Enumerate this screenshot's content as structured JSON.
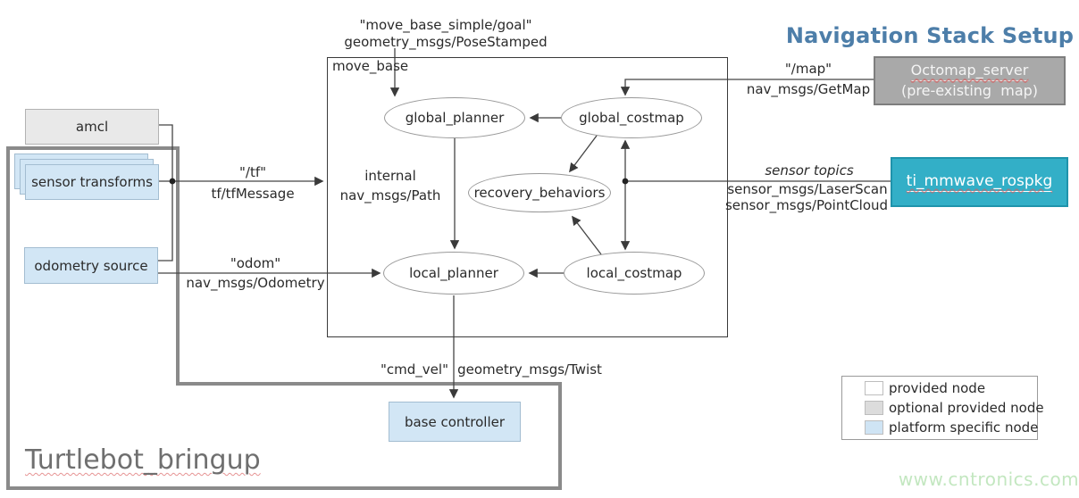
{
  "title": {
    "text": "Navigation Stack Setup",
    "color": "#4d7ea9"
  },
  "watermark": {
    "text": "www.cntronics.com",
    "color": "#c3e7c0"
  },
  "containers": {
    "move_base": {
      "label": "move_base"
    },
    "turtlebot": {
      "label": "Turtlebot_bringup",
      "color": "#6f6f6f",
      "border_color": "#8a8a8a"
    }
  },
  "nodes": {
    "amcl": {
      "label": "amcl",
      "fill": "#e9e9e9"
    },
    "sensor_transforms": {
      "label": "sensor transforms",
      "fill": "#d2e6f5"
    },
    "odometry_source": {
      "label": "odometry source",
      "fill": "#d2e6f5"
    },
    "base_controller": {
      "label": "base controller",
      "fill": "#d2e6f5"
    },
    "octomap_server": {
      "label": "Octomap_server",
      "sublabel": "(pre-existing  map)",
      "fill": "#a9a9a9"
    },
    "ti_mmwave": {
      "label": "ti_mmwave_rospkg",
      "fill": "#33afc7"
    }
  },
  "ellipses": [
    {
      "label": "global_planner"
    },
    {
      "label": "global_costmap"
    },
    {
      "label": "recovery_behaviors"
    },
    {
      "label": "local_planner"
    },
    {
      "label": "local_costmap"
    }
  ],
  "topics": {
    "goal": {
      "line1": "\"move_base_simple/goal\"",
      "line2": "geometry_msgs/PoseStamped"
    },
    "map": {
      "line1": "\"/map\"",
      "line2": "nav_msgs/GetMap"
    },
    "sensor": {
      "line1": "sensor topics",
      "line2": "sensor_msgs/LaserScan",
      "line3": "sensor_msgs/PointCloud"
    },
    "tf": {
      "line1": "\"/tf\"",
      "line2": "tf/tfMessage"
    },
    "internal": {
      "line1": "internal",
      "line2": "nav_msgs/Path"
    },
    "odom": {
      "line1": "\"odom\"",
      "line2": "nav_msgs/Odometry"
    },
    "cmd_vel": {
      "line1": "\"cmd_vel\"",
      "line2": "geometry_msgs/Twist"
    }
  },
  "legend": {
    "items": [
      {
        "label": "provided node",
        "color": "#ffffff"
      },
      {
        "label": "optional provided node",
        "color": "#dcdcdc"
      },
      {
        "label": "platform specific node",
        "color": "#cfe4f4"
      }
    ]
  }
}
